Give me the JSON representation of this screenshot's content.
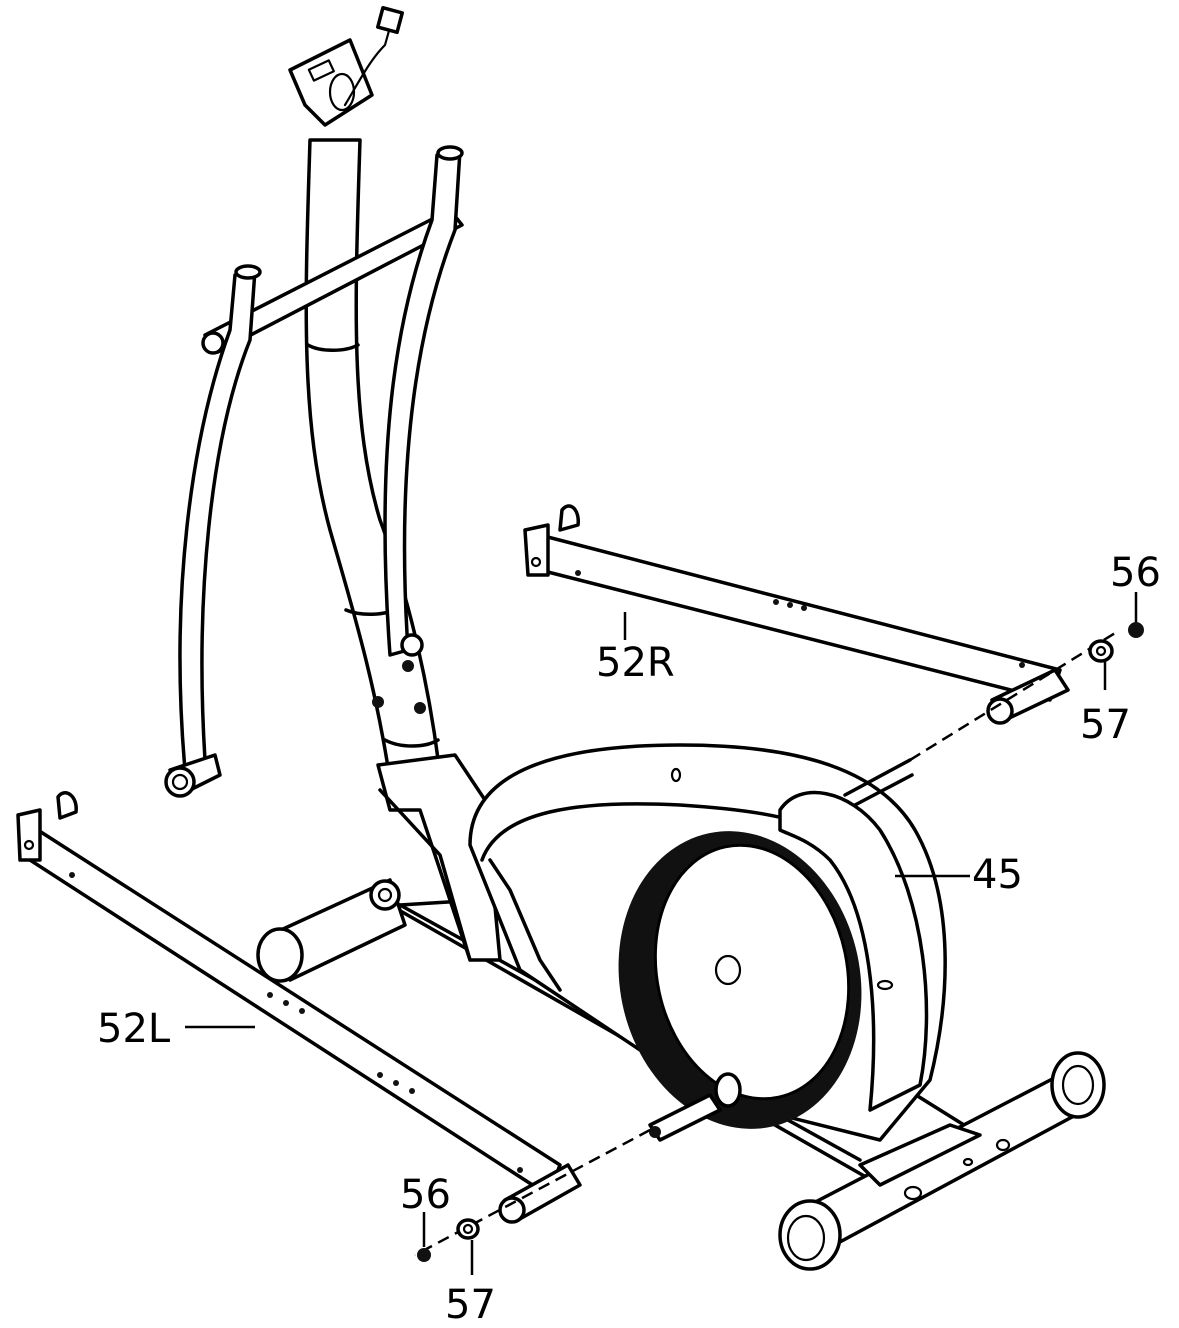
{
  "diagram": {
    "labels": {
      "p45": "45",
      "p52r": "52R",
      "p52l": "52L",
      "p56_right": "56",
      "p57_right": "57",
      "p56_left": "56",
      "p57_left": "57"
    }
  }
}
